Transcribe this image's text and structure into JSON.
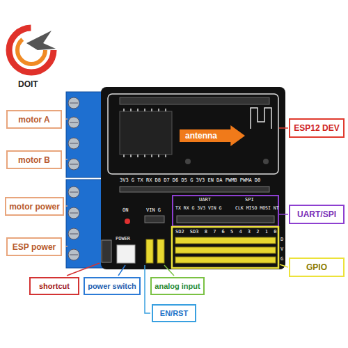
{
  "diagram": {
    "nodes": [
      {
        "text": [
          "motor A"
        ]
      },
      {
        "text": [
          "antenna"
        ]
      },
      {
        "text": [
          "ESP12 DEV"
        ]
      },
      {
        "text": [
          "motor B"
        ]
      },
      {
        "text": [
          "motor power"
        ]
      },
      {
        "text": [
          "UART/SPI"
        ]
      },
      {
        "text": [
          "ESP power"
        ]
      },
      {
        "text": [
          "GPIO"
        ]
      },
      {
        "text": [
          "shortcut"
        ]
      },
      {
        "text": [
          "power switch"
        ]
      },
      {
        "text": [
          "analog input"
        ]
      },
      {
        "text": [
          "EN/RST"
        ]
      }
    ],
    "labels": [
      "DOIT",
      "3V3 G TX RX D8 D7 D6 D5 G 3V3 EN DA PWMB PWMA D0",
      "UART",
      "SPI",
      "TX RX G 3V3 VIN G",
      "CLK MISO MOSI NT",
      "ON",
      "VIN G",
      "POWER",
      "SD2 SD3 8 7 6 5 4 3 2 1 0",
      "D",
      "V",
      "G"
    ]
  }
}
